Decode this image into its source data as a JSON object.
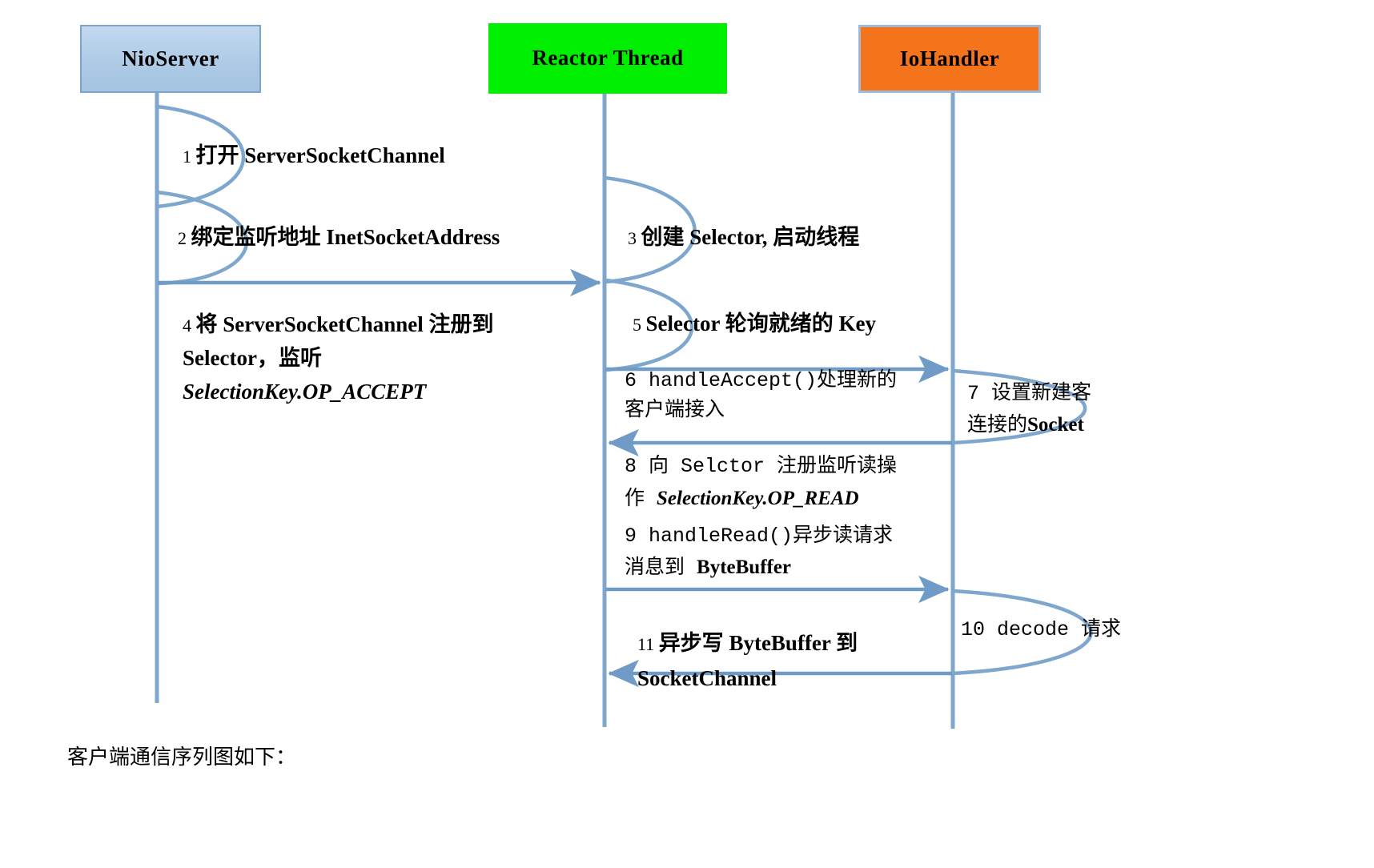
{
  "diagram": {
    "type": "uml-sequence-diagram",
    "title_caption": "客户端通信序列图如下：",
    "colors": {
      "nioserver_fill": "#aecbe6",
      "nioserver_border": "#7ba3cc",
      "reactor_fill": "#00ee00",
      "iohandler_fill": "#f4741b",
      "iohandler_border": "#9fb9d8",
      "lifeline": "#7fa6cd",
      "arrow": "#6f9bc6"
    }
  },
  "participants": [
    {
      "id": "nioserver",
      "label": "NioServer"
    },
    {
      "id": "reactor",
      "label": "Reactor Thread"
    },
    {
      "id": "iohandler",
      "label": "IoHandler"
    }
  ],
  "messages": [
    {
      "step": "1",
      "kind": "self-call",
      "from": "nioserver",
      "to": "nioserver",
      "lines": [
        [
          {
            "t": "1 ",
            "s": "num"
          },
          {
            "t": "打开  ",
            "s": "serif-bold"
          },
          {
            "t": "ServerSocketChannel",
            "s": "serif-bold"
          }
        ]
      ]
    },
    {
      "step": "2",
      "kind": "self-call",
      "from": "nioserver",
      "to": "nioserver",
      "lines": [
        [
          {
            "t": "2 ",
            "s": "num"
          },
          {
            "t": "绑定监听地址  ",
            "s": "serif-bold"
          },
          {
            "t": "InetSocketAddress",
            "s": "serif-bold"
          }
        ]
      ]
    },
    {
      "step": "3",
      "kind": "self-call",
      "from": "reactor",
      "to": "reactor",
      "lines": [
        [
          {
            "t": "3 ",
            "s": "num"
          },
          {
            "t": "创建 ",
            "s": "serif-bold"
          },
          {
            "t": "Selector",
            "s": "serif-bold"
          },
          {
            "t": ", 启动线程",
            "s": "serif-bold"
          }
        ]
      ]
    },
    {
      "step": "4",
      "kind": "call",
      "from": "nioserver",
      "to": "reactor",
      "lines": [
        [
          {
            "t": "4 ",
            "s": "num"
          },
          {
            "t": "将  ",
            "s": "serif-bold"
          },
          {
            "t": "ServerSocketChannel",
            "s": "serif-bold"
          },
          {
            "t": " 注册到",
            "s": "serif-bold"
          }
        ],
        [
          {
            "t": "Selector，",
            "s": "serif-bold"
          },
          {
            "t": "监听",
            "s": "serif-bold"
          }
        ],
        [
          {
            "t": "SelectionKey.OP_ACCEPT",
            "s": "ital"
          }
        ]
      ]
    },
    {
      "step": "5",
      "kind": "self-call",
      "from": "reactor",
      "to": "reactor",
      "lines": [
        [
          {
            "t": "5 ",
            "s": "num"
          },
          {
            "t": "Selector",
            "s": "serif-bold"
          },
          {
            "t": " 轮询就绪的 ",
            "s": "serif-bold"
          },
          {
            "t": "Key",
            "s": "serif-bold"
          }
        ]
      ]
    },
    {
      "step": "6",
      "kind": "call",
      "from": "reactor",
      "to": "iohandler",
      "lines": [
        [
          {
            "t": "6 handleAccept()处理新的",
            "s": "mono-thin"
          }
        ],
        [
          {
            "t": "客户端接入",
            "s": "mono-thin"
          }
        ]
      ]
    },
    {
      "step": "7",
      "kind": "self-call",
      "from": "iohandler",
      "to": "iohandler",
      "clipped": true,
      "lines": [
        [
          {
            "t": "7 设置新建客",
            "s": "mono-thin"
          }
        ],
        [
          {
            "t": "连接的",
            "s": "mono-thin"
          },
          {
            "t": "Socket",
            "s": "serif-bold"
          }
        ]
      ]
    },
    {
      "step": "8",
      "kind": "return",
      "from": "iohandler",
      "to": "reactor",
      "lines": [
        [
          {
            "t": "8 向 Selctor 注册监听读操",
            "s": "mono-thin"
          }
        ],
        [
          {
            "t": "作 ",
            "s": "mono-thin"
          },
          {
            "t": "SelectionKey.OP_READ",
            "s": "ital"
          }
        ]
      ]
    },
    {
      "step": "9",
      "kind": "call",
      "from": "reactor",
      "to": "iohandler",
      "lines": [
        [
          {
            "t": "9 handleRead()异步读请求",
            "s": "mono-thin"
          }
        ],
        [
          {
            "t": "消息到 ",
            "s": "mono-thin"
          },
          {
            "t": "ByteBuffer",
            "s": "serif-bold"
          }
        ]
      ]
    },
    {
      "step": "10",
      "kind": "self-call",
      "from": "iohandler",
      "to": "iohandler",
      "clipped": true,
      "lines": [
        [
          {
            "t": "10 decode 请求",
            "s": "mono-thin"
          }
        ]
      ]
    },
    {
      "step": "11",
      "kind": "return",
      "from": "iohandler",
      "to": "reactor",
      "lines": [
        [
          {
            "t": "11 ",
            "s": "num"
          },
          {
            "t": "异步写  ",
            "s": "serif-bold"
          },
          {
            "t": "ByteBuffer",
            "s": "serif-bold"
          },
          {
            "t": " 到",
            "s": "serif-bold"
          }
        ],
        [
          {
            "t": "SocketChannel",
            "s": "serif-bold"
          }
        ]
      ]
    }
  ]
}
